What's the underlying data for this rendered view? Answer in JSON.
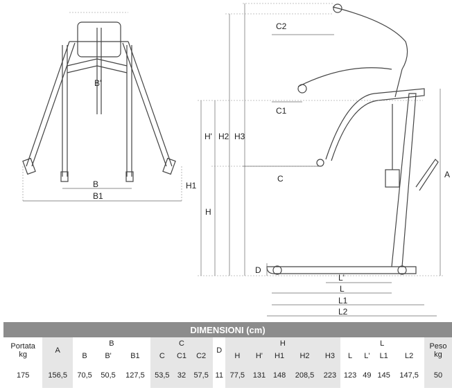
{
  "labels": {
    "B_prime": "B'",
    "B": "B",
    "B1": "B1",
    "H1": "H1",
    "H_prime": "H'",
    "H": "H",
    "H2": "H2",
    "H3": "H3",
    "C2": "C2",
    "C1": "C1",
    "C": "C",
    "D": "D",
    "L_prime": "L'",
    "L": "L",
    "L1": "L1",
    "L2": "L2",
    "A": "A"
  },
  "table": {
    "title": "DIMENSIONI (cm)",
    "portata": [
      "Portata",
      "kg"
    ],
    "peso": [
      "Peso",
      "kg"
    ],
    "groups": {
      "A": "A",
      "B": "B",
      "C": "C",
      "D": "D",
      "H": "H",
      "L": "L"
    },
    "subheaders": [
      "B",
      "B'",
      "B1",
      "C",
      "C1",
      "C2",
      "H",
      "H'",
      "H1",
      "H2",
      "H3",
      "L",
      "L'",
      "L1",
      "L2"
    ],
    "values": {
      "portata": "175",
      "A": "156,5",
      "B": "70,5",
      "B_prime": "50,5",
      "B1": "127,5",
      "C": "53,5",
      "C1": "32",
      "C2": "57,5",
      "D": "11",
      "H": "77,5",
      "H_prime": "131",
      "H1": "148",
      "H2": "208,5",
      "H3": "223",
      "L": "123",
      "L_prime": "49",
      "L1": "145",
      "L2": "147,5",
      "peso": "50"
    }
  }
}
